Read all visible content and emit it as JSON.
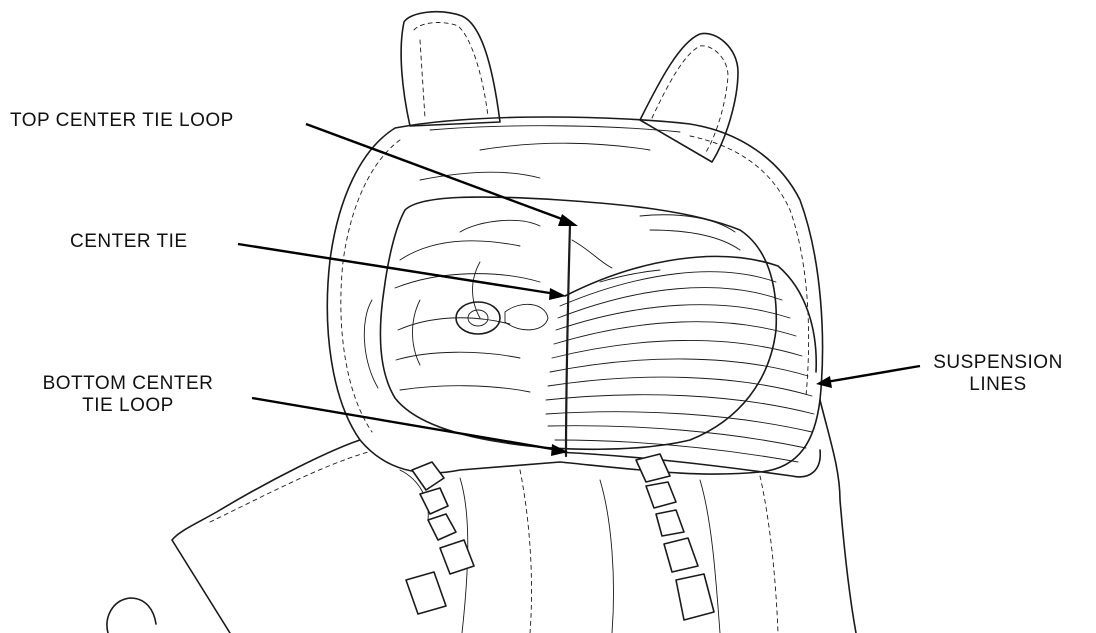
{
  "callouts": {
    "top_center_tie_loop": "TOP CENTER TIE LOOP",
    "center_tie": "CENTER TIE",
    "bottom_center_tie_loop_1": "BOTTOM CENTER",
    "bottom_center_tie_loop_2": "TIE LOOP",
    "suspension_lines_1": "SUSPENSION",
    "suspension_lines_2": "LINES"
  }
}
